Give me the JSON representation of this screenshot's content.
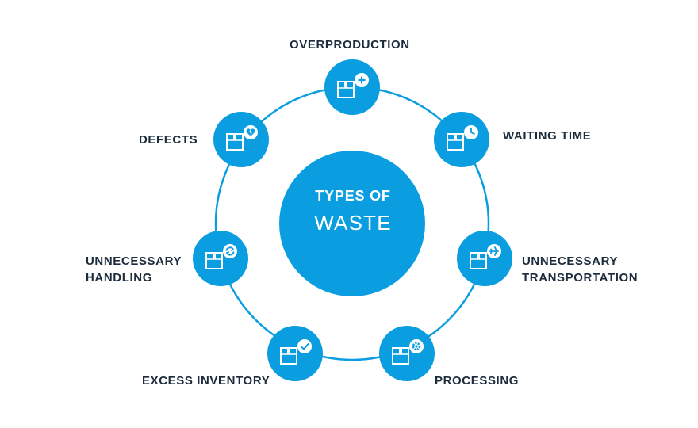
{
  "diagram": {
    "title_line1": "TYPES OF",
    "title_line2": "WASTE",
    "colors": {
      "primary": "#0a9ee0",
      "text": "#1c2c3c",
      "icon": "#ffffff"
    },
    "nodes": [
      {
        "id": "overproduction",
        "label_lines": [
          "OVERPRODUCTION"
        ],
        "icon": "box-plus-icon"
      },
      {
        "id": "waiting-time",
        "label_lines": [
          "WAITING TIME"
        ],
        "icon": "box-clock-icon"
      },
      {
        "id": "unnecessary-transportation",
        "label_lines": [
          "UNNECESSARY",
          "TRANSPORTATION"
        ],
        "icon": "box-airplane-icon"
      },
      {
        "id": "processing",
        "label_lines": [
          "PROCESSING"
        ],
        "icon": "box-gear-icon"
      },
      {
        "id": "excess-inventory",
        "label_lines": [
          "EXCESS INVENTORY"
        ],
        "icon": "box-check-icon"
      },
      {
        "id": "unnecessary-handling",
        "label_lines": [
          "UNNECESSARY",
          "HANDLING"
        ],
        "icon": "box-refresh-icon"
      },
      {
        "id": "defects",
        "label_lines": [
          "DEFECTS"
        ],
        "icon": "box-broken-heart-icon"
      }
    ]
  }
}
